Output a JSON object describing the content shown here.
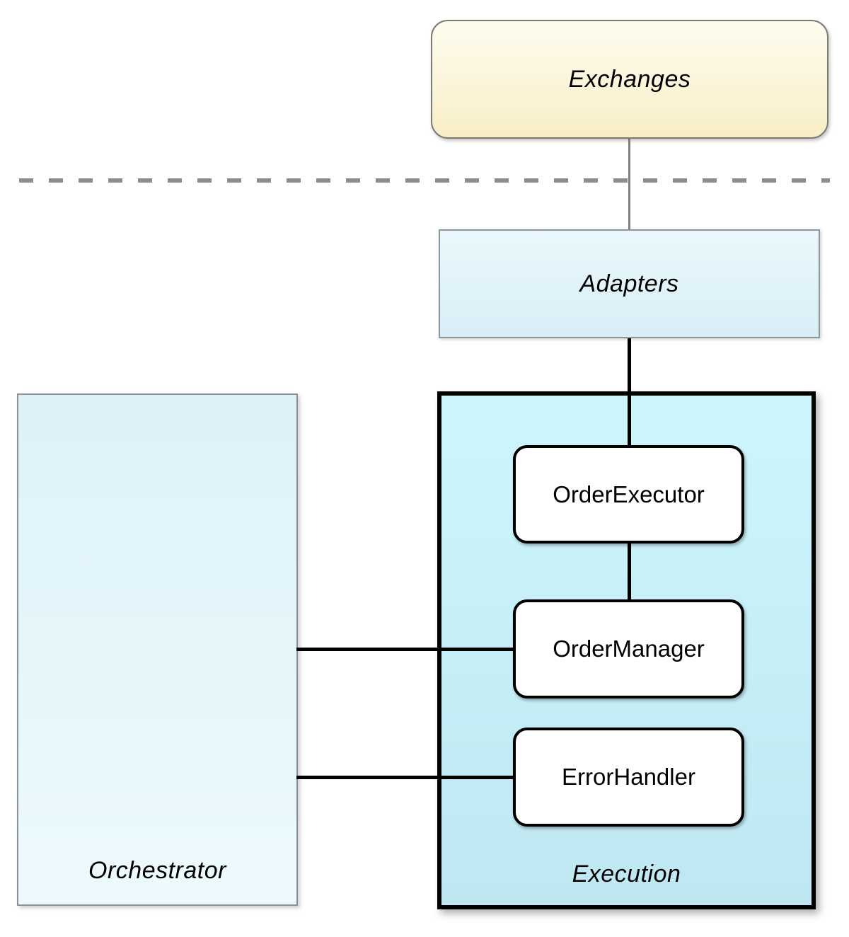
{
  "nodes": {
    "exchanges": {
      "label": "Exchanges"
    },
    "adapters": {
      "label": "Adapters"
    },
    "orchestrator": {
      "label": "Orchestrator"
    },
    "execution": {
      "label": "Execution"
    },
    "order_executor": {
      "label": "OrderExecutor"
    },
    "order_manager": {
      "label": "OrderManager"
    },
    "error_handler": {
      "label": "ErrorHandler"
    }
  },
  "connections": [
    {
      "from": "Exchanges",
      "to": "Adapters",
      "style": "thin-gray-line"
    },
    {
      "from": "Adapters",
      "to": "OrderExecutor",
      "style": "black-line"
    },
    {
      "from": "OrderExecutor",
      "to": "OrderManager",
      "style": "black-line"
    },
    {
      "from": "Orchestrator",
      "to": "OrderManager",
      "style": "black-line"
    },
    {
      "from": "Orchestrator",
      "to": "ErrorHandler",
      "style": "black-line"
    }
  ],
  "separator": {
    "style": "dashed-horizontal-line",
    "color": "#8c8c8c"
  },
  "colors": {
    "canvas_bg": "#ffffff",
    "exchanges_fill_top": "#fefcf0",
    "exchanges_fill_bottom": "#f8eec6",
    "exchanges_border": "#7b7b73",
    "adapters_fill_top": "#eaf8fc",
    "adapters_fill_bottom": "#d8eef7",
    "adapters_border": "#8d979b",
    "orchestrator_fill_top": "#dcf2f8",
    "orchestrator_fill_bottom": "#edfafd",
    "orchestrator_border": "#8a9296",
    "execution_fill_top": "#cdf6fc",
    "execution_fill_bottom": "#bee7f2",
    "execution_border": "#000000",
    "module_fill": "#ffffff",
    "module_border": "#000000",
    "connector_black": "#000000",
    "connector_gray": "#7f7f7f",
    "dashed_line": "#8c8c8c",
    "label_text": "#000000"
  }
}
